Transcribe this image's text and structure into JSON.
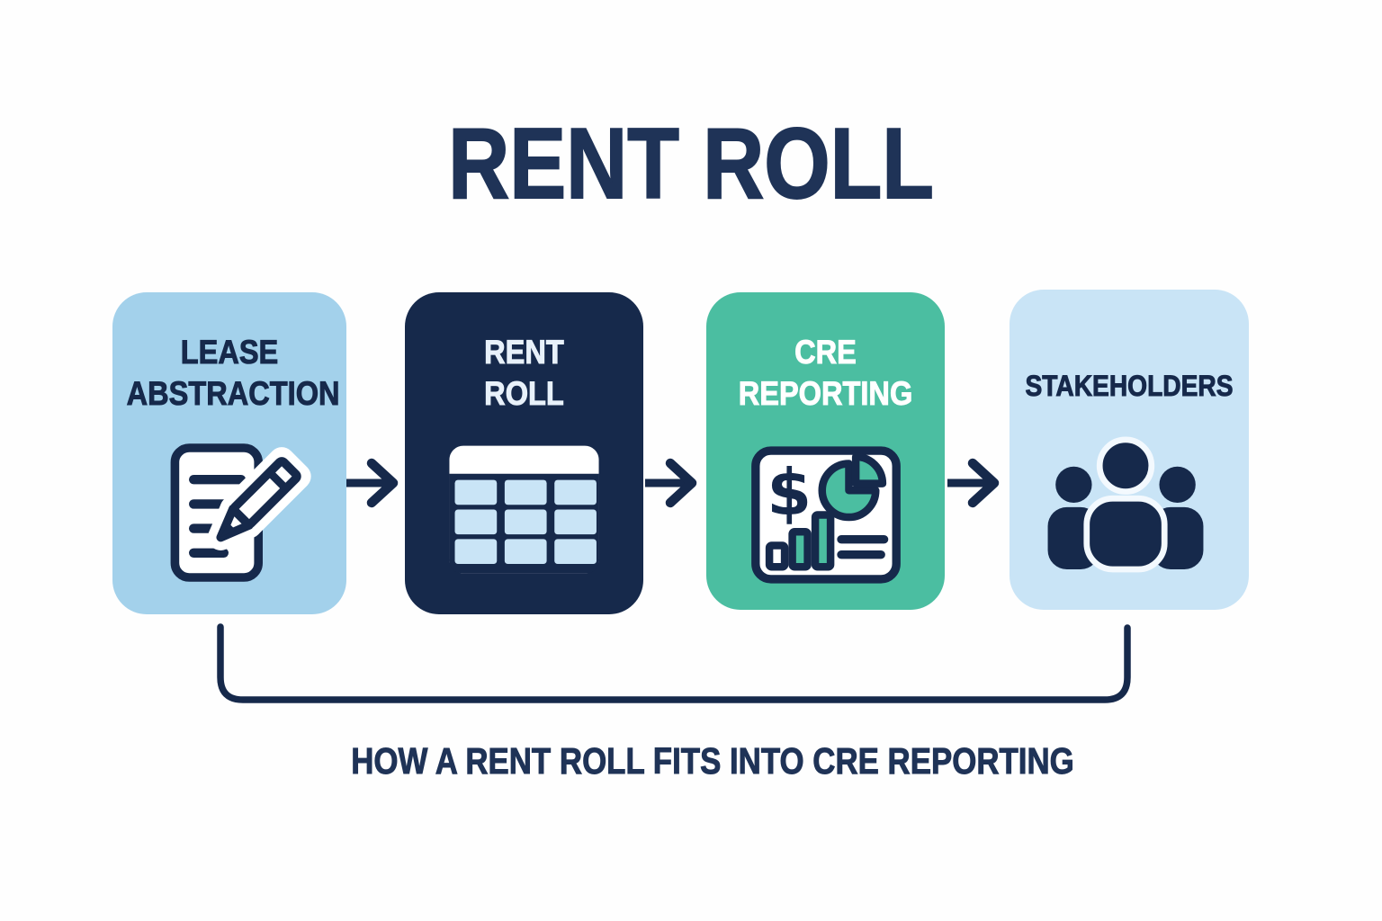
{
  "title": "RENT ROLL",
  "caption": "HOW A RENT ROLL FITS INTO CRE REPORTING",
  "palette": {
    "navy": "#16294B",
    "text_navy": "#1F3357",
    "sky_blue": "#A3D1EB",
    "pale_blue": "#C9E4F6",
    "teal": "#4BBEA1",
    "white": "#FFFFFF",
    "rent_roll_label": "#E8F1FA",
    "table_cell_blue": "#C9E4F6"
  },
  "steps": [
    {
      "id": "lease-abstraction",
      "lines": [
        "LEASE",
        "ABSTRACTION"
      ],
      "icon": "document-pencil-icon",
      "bg": "#A3D1EB",
      "text": "#16294B"
    },
    {
      "id": "rent-roll",
      "lines": [
        "RENT",
        "ROLL"
      ],
      "icon": "table-grid-icon",
      "bg": "#16294B",
      "text": "#E8F1FA"
    },
    {
      "id": "cre-reporting",
      "lines": [
        "CRE",
        "REPORTING"
      ],
      "icon": "financial-report-icon",
      "bg": "#4BBEA1",
      "text": "#FFFFFF"
    },
    {
      "id": "stakeholders",
      "lines": [
        "STAKEHOLDERS"
      ],
      "icon": "people-group-icon",
      "bg": "#C9E4F6",
      "text": "#16294B"
    }
  ],
  "connectors": {
    "arrows": [
      "arrow-right-icon",
      "arrow-right-icon",
      "arrow-right-icon"
    ],
    "feedback_loop": "loop-connector-line"
  }
}
